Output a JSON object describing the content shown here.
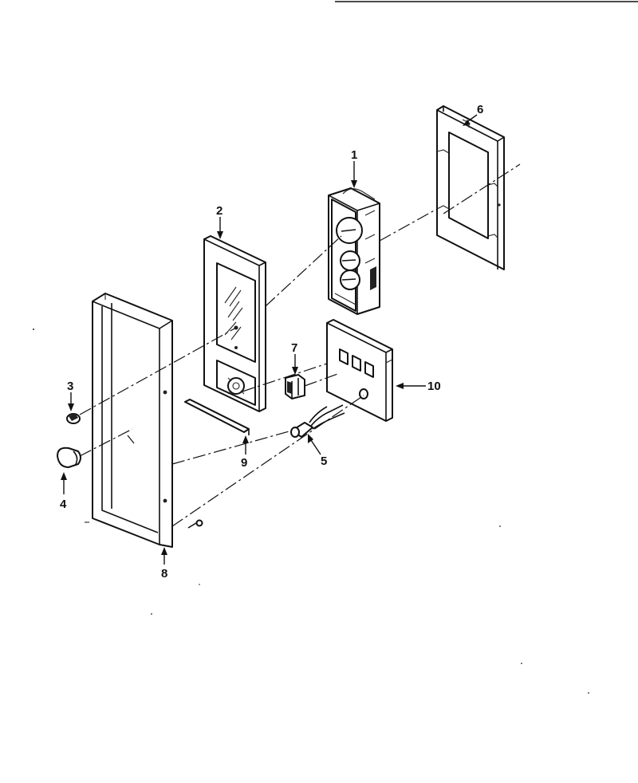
{
  "callouts": {
    "c1": "1",
    "c2": "2",
    "c3": "3",
    "c4": "4",
    "c5": "5",
    "c6": "6",
    "c7": "7",
    "c8": "8",
    "c9": "9",
    "c10": "10"
  },
  "parts": {
    "c1": "control-assembly-icon",
    "c2": "control-panel-icon",
    "c3": "knob-icon",
    "c4": "knob-cap-icon",
    "c5": "lamp-socket-icon",
    "c6": "mounting-bracket-icon",
    "c7": "switch-icon",
    "c8": "panel-frame-icon",
    "c9": "trim-strip-icon",
    "c10": "switch-bracket-icon"
  },
  "colors": {
    "ink": "#111111",
    "background": "#ffffff"
  }
}
